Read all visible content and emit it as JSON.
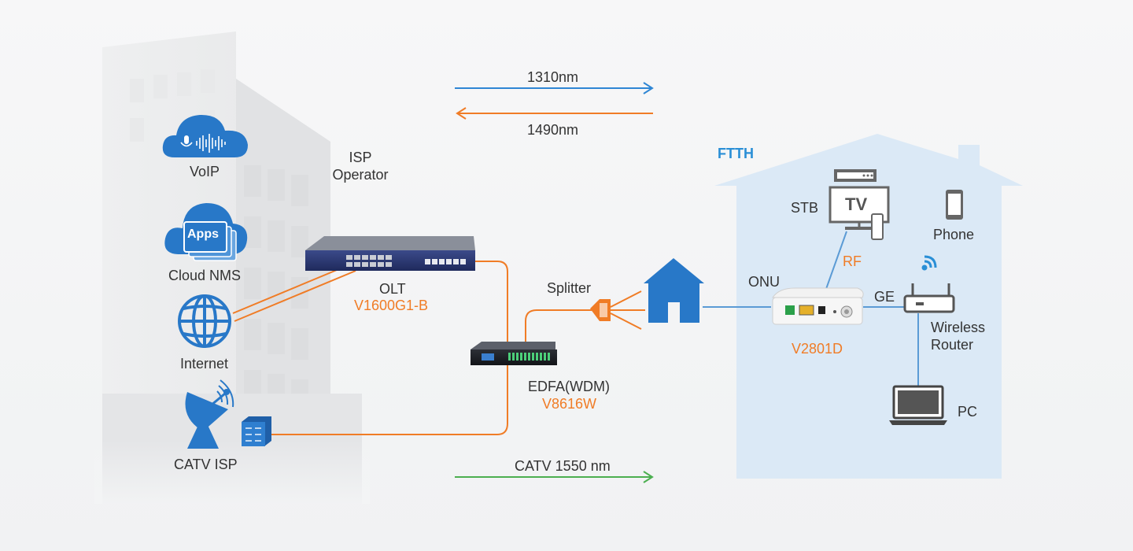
{
  "colors": {
    "orange": "#f07c26",
    "blue_icon": "#2878c8",
    "green": "#4caf50",
    "house_bg": "#dbe9f6",
    "arrow_blue": "#2f86d4"
  },
  "labels": {
    "voip": "VoIP",
    "apps": "Apps",
    "cloud_nms": "Cloud NMS",
    "internet": "Internet",
    "catv_isp": "CATV ISP",
    "isp_operator_line1": "ISP",
    "isp_operator_line2": "Operator",
    "olt": "OLT",
    "olt_model": "V1600G1-B",
    "splitter": "Splitter",
    "edfa": "EDFA(WDM)",
    "edfa_model": "V8616W",
    "wavelength_up": "1310nm",
    "wavelength_down": "1490nm",
    "catv_wavelength": "CATV  1550 nm",
    "ftth": "FTTH",
    "stb": "STB",
    "tv": "TV",
    "rf": "RF",
    "phone": "Phone",
    "onu": "ONU",
    "onu_model": "V2801D",
    "ge": "GE",
    "wireless_router_line1": "Wireless",
    "wireless_router_line2": "Router",
    "pc": "PC"
  },
  "icons": {
    "voip": "cloud-voice-icon",
    "apps": "cloud-apps-icon",
    "internet": "globe-icon",
    "catv": "satellite-dish-icon",
    "switch": "switch-icon",
    "olt": "olt-device-icon",
    "edfa": "edfa-device-icon",
    "splitter": "splitter-icon",
    "house": "house-icon",
    "onu": "onu-device-icon",
    "router": "router-icon",
    "tv": "tv-stb-icon",
    "phone": "phone-icon",
    "pc": "laptop-icon"
  }
}
